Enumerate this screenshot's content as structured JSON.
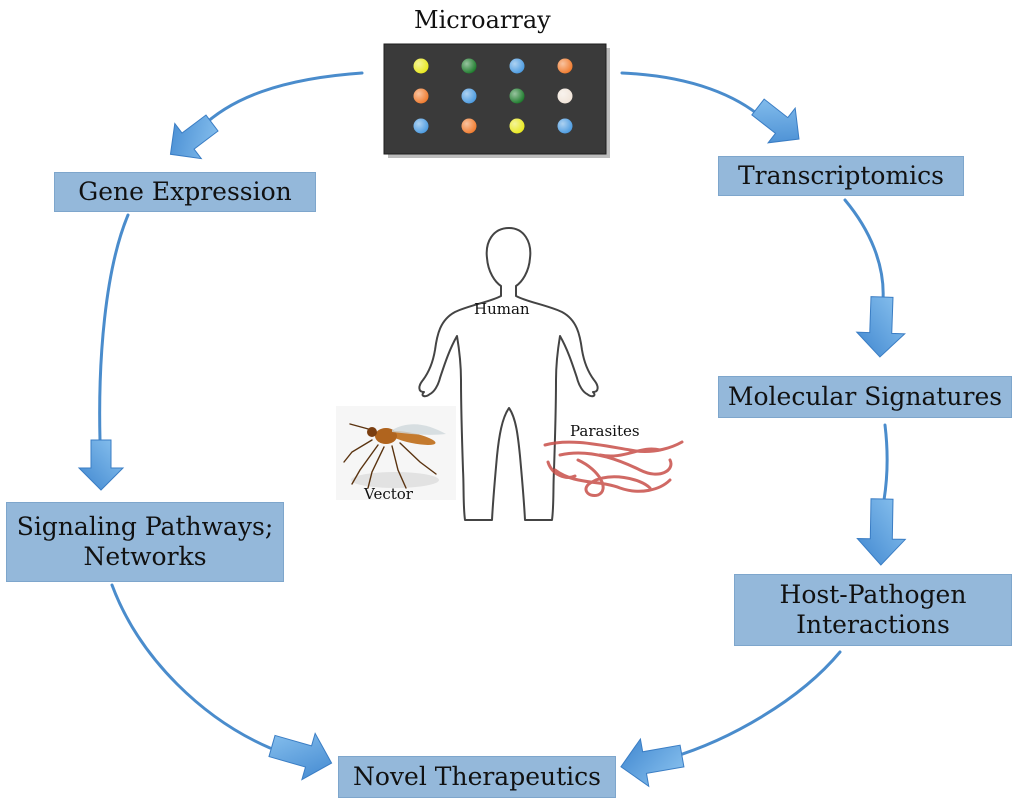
{
  "microarray": {
    "title": "Microarray",
    "dots": [
      [
        "#e8e81c",
        "#1b7a2a",
        "#4a9ae0",
        "#f07a2c"
      ],
      [
        "#f07a2c",
        "#4a9ae0",
        "#1b7a2a",
        "#f0e4d8"
      ],
      [
        "#4a9ae0",
        "#f07a2c",
        "#e8e81c",
        "#4a9ae0"
      ]
    ],
    "background_color": "#3a3a3a"
  },
  "steps": {
    "gene_expression": "Gene Expression",
    "transcriptomics": "Transcriptomics",
    "molecular_signatures": "Molecular Signatures",
    "signaling_pathways": [
      "Signaling Pathways;",
      "Networks"
    ],
    "host_pathogen": [
      "Host-Pathogen",
      "Interactions"
    ],
    "novel_therapeutics": "Novel Therapeutics"
  },
  "center": {
    "human_label": "Human",
    "vector_label": "Vector",
    "parasites_label": "Parasites"
  },
  "colors": {
    "box_fill": "#94b8da",
    "arrow_stroke": "#4a8ccc",
    "arrow_fill": "#5ea3e0",
    "parasite": "#c8504a",
    "mosquito": "#b0641e"
  },
  "icons": [
    "mosquito-icon",
    "parasite-worms-icon",
    "human-silhouette-icon"
  ]
}
